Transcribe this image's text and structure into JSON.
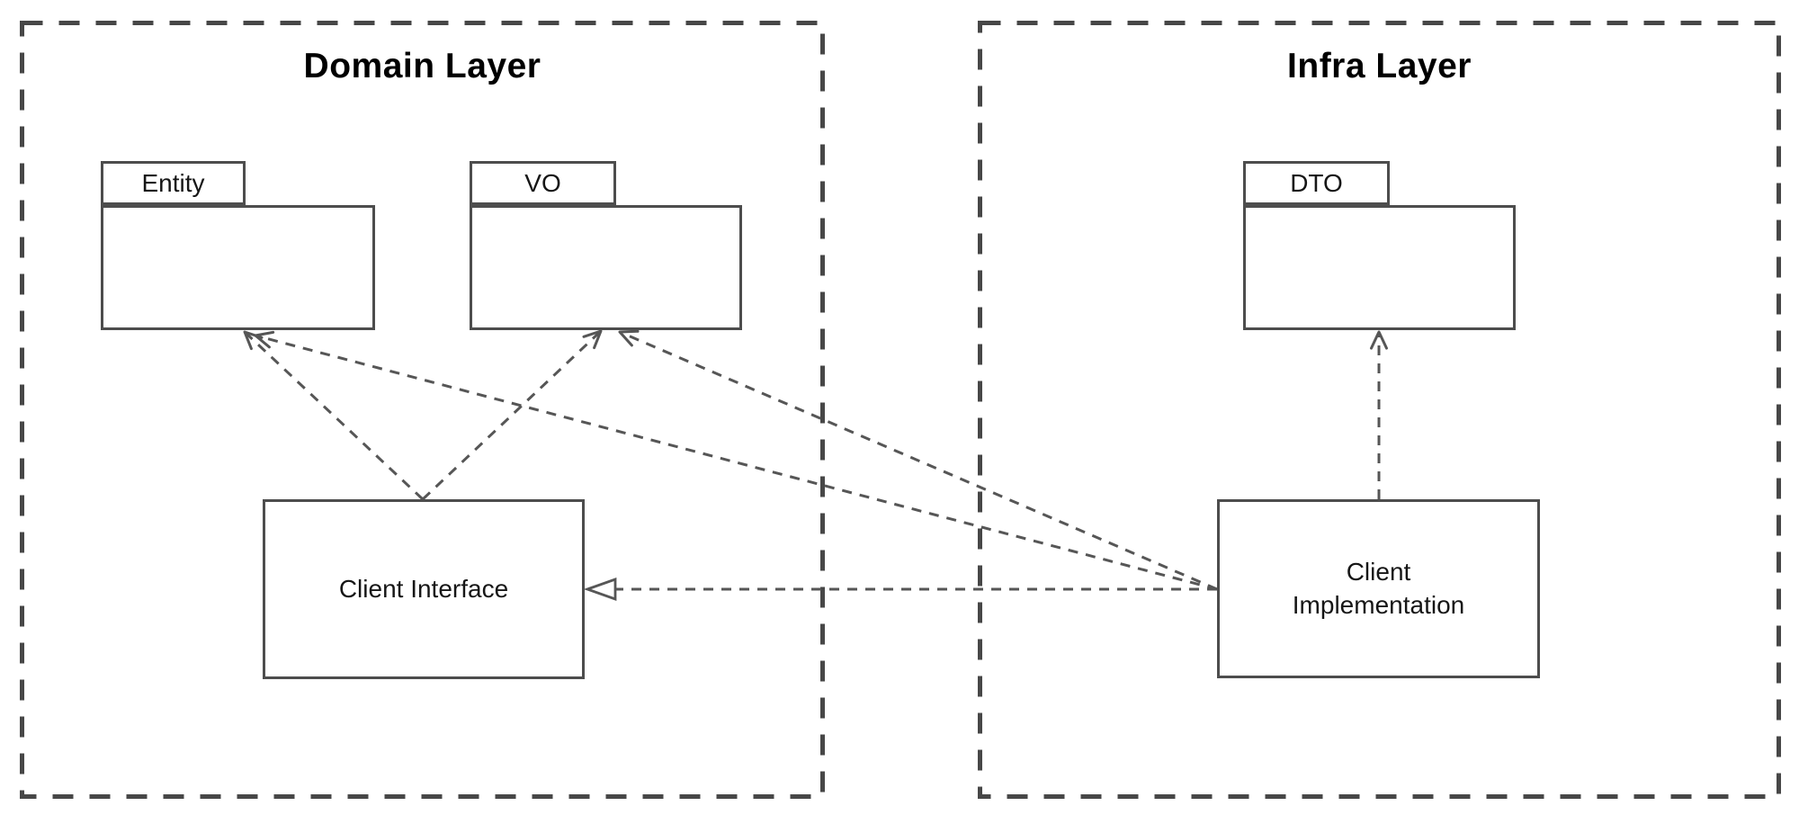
{
  "diagram": {
    "type": "uml-architecture-diagram",
    "background_color": "#ffffff",
    "container_border_color": "#474747",
    "node_border_color": "#4d4d4d",
    "edge_color": "#565656",
    "text_color": "#161616",
    "layers": [
      {
        "id": "domain",
        "title": "Domain Layer"
      },
      {
        "id": "infra",
        "title": "Infra Layer"
      }
    ],
    "packages": [
      {
        "id": "entity",
        "label": "Entity",
        "layer": "Domain Layer"
      },
      {
        "id": "vo",
        "label": "VO",
        "layer": "Domain Layer"
      },
      {
        "id": "dto",
        "label": "DTO",
        "layer": "Infra Layer"
      }
    ],
    "classes": [
      {
        "id": "client-interface",
        "label": "Client Interface",
        "layer": "Domain Layer"
      },
      {
        "id": "client-implementation",
        "label": "Client Implementation",
        "layer": "Infra Layer"
      }
    ],
    "edges": [
      {
        "from": "Client Interface",
        "to": "Entity",
        "line": "dashed",
        "arrow": "open"
      },
      {
        "from": "Client Interface",
        "to": "VO",
        "line": "dashed",
        "arrow": "open"
      },
      {
        "from": "Client Implementation",
        "to": "Entity",
        "line": "dashed",
        "arrow": "open"
      },
      {
        "from": "Client Implementation",
        "to": "VO",
        "line": "dashed",
        "arrow": "open"
      },
      {
        "from": "Client Implementation",
        "to": "Client Interface",
        "line": "dashed",
        "arrow": "hollow-triangle"
      },
      {
        "from": "Client Implementation",
        "to": "DTO",
        "line": "dashed",
        "arrow": "open"
      }
    ]
  }
}
